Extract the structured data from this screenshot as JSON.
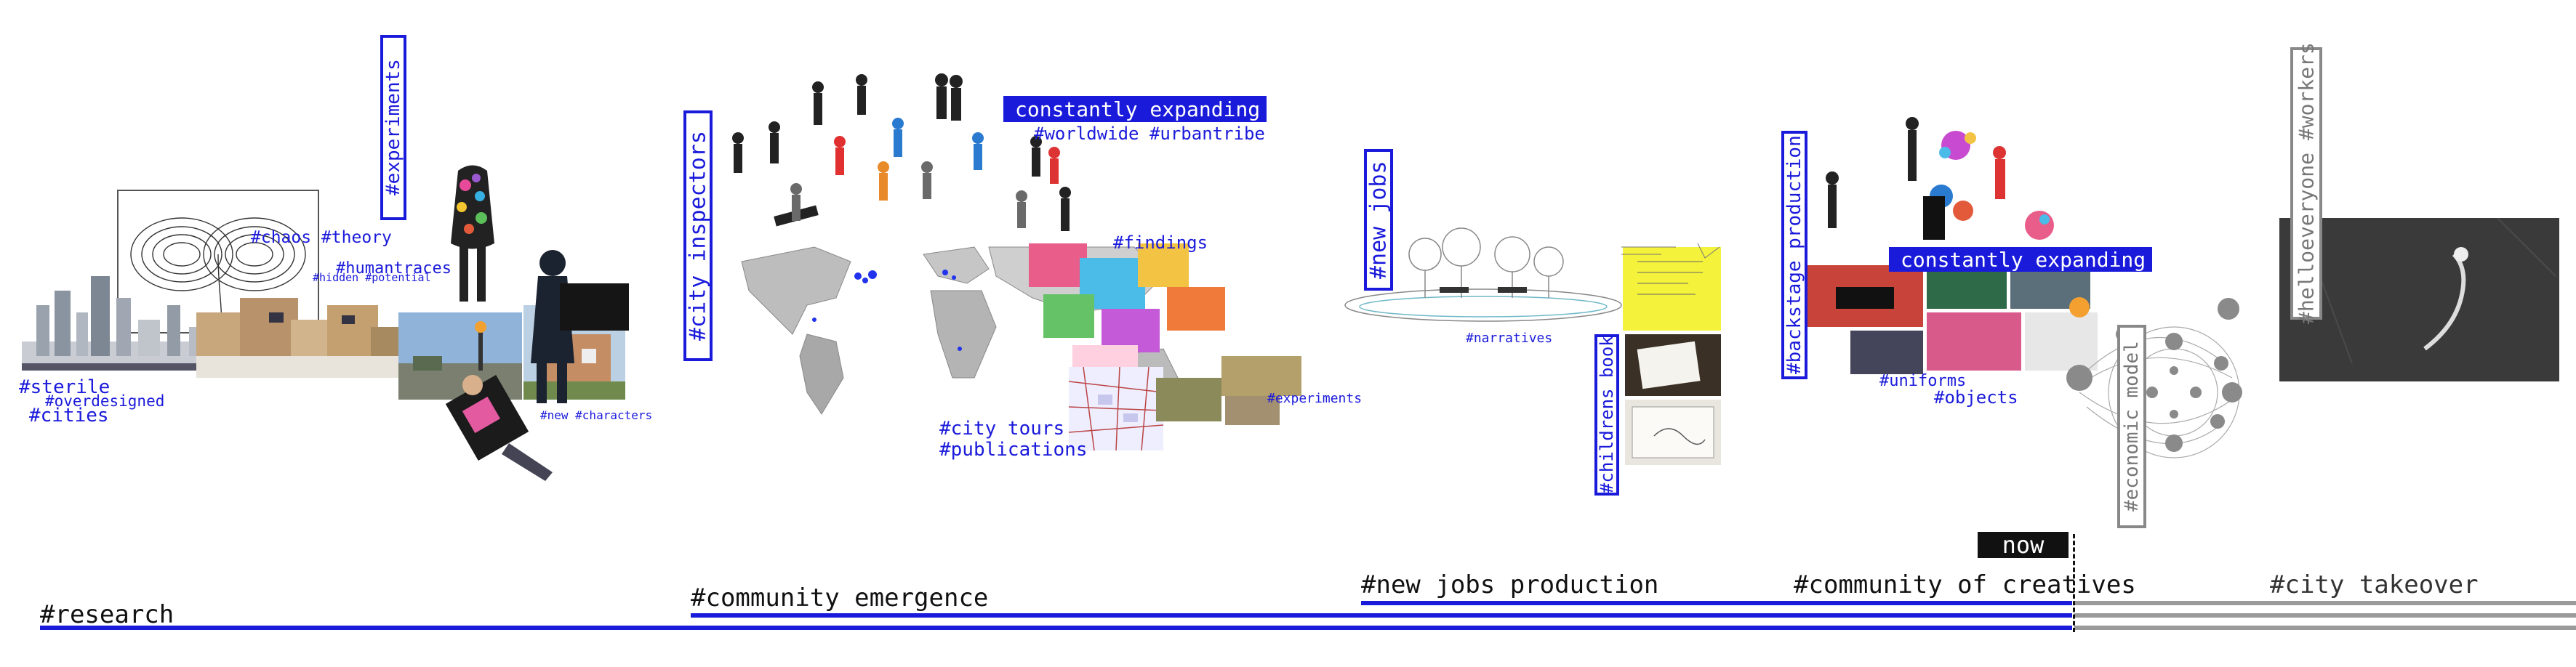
{
  "colors": {
    "accent": "#1a1adb",
    "grey": "#9a9a9a",
    "black": "#111111"
  },
  "phases": {
    "research": "#research",
    "community_emergence": "#community emergence",
    "new_jobs_production": "#new jobs production",
    "community_of_creatives": "#community of creatives",
    "city_takeover": "#city takeover"
  },
  "now_label": "now",
  "research": {
    "experiments_box": "#experiments",
    "tags": {
      "chaos_theory": "#chaos #theory",
      "humantraces": "#humantraces",
      "hidden_potential": "#hidden #potential",
      "sterile": "#sterile",
      "overdesigned": "#overdesigned",
      "cities": "#cities",
      "new_characters": "#new #characters"
    }
  },
  "community": {
    "city_inspectors_box": "#city inspectors",
    "constantly_expanding": "constantly expanding",
    "worldwide_urbantribe": "#worldwide #urbantribe",
    "findings": "#findings",
    "city_tours": "#city tours",
    "publications": "#publications",
    "experiments": "#experiments"
  },
  "new_jobs": {
    "new_jobs_box": "#new jobs",
    "narratives": "#narratives",
    "childrens_book_box": "#childrens book"
  },
  "creatives": {
    "backstage_box": "#backstage production",
    "constantly_expanding": "constantly expanding",
    "uniforms": "#uniforms",
    "objects": "#objects",
    "economic_model_box": "#economic model"
  },
  "takeover": {
    "helloeveryone_box": "#helloeveryone #workers"
  }
}
